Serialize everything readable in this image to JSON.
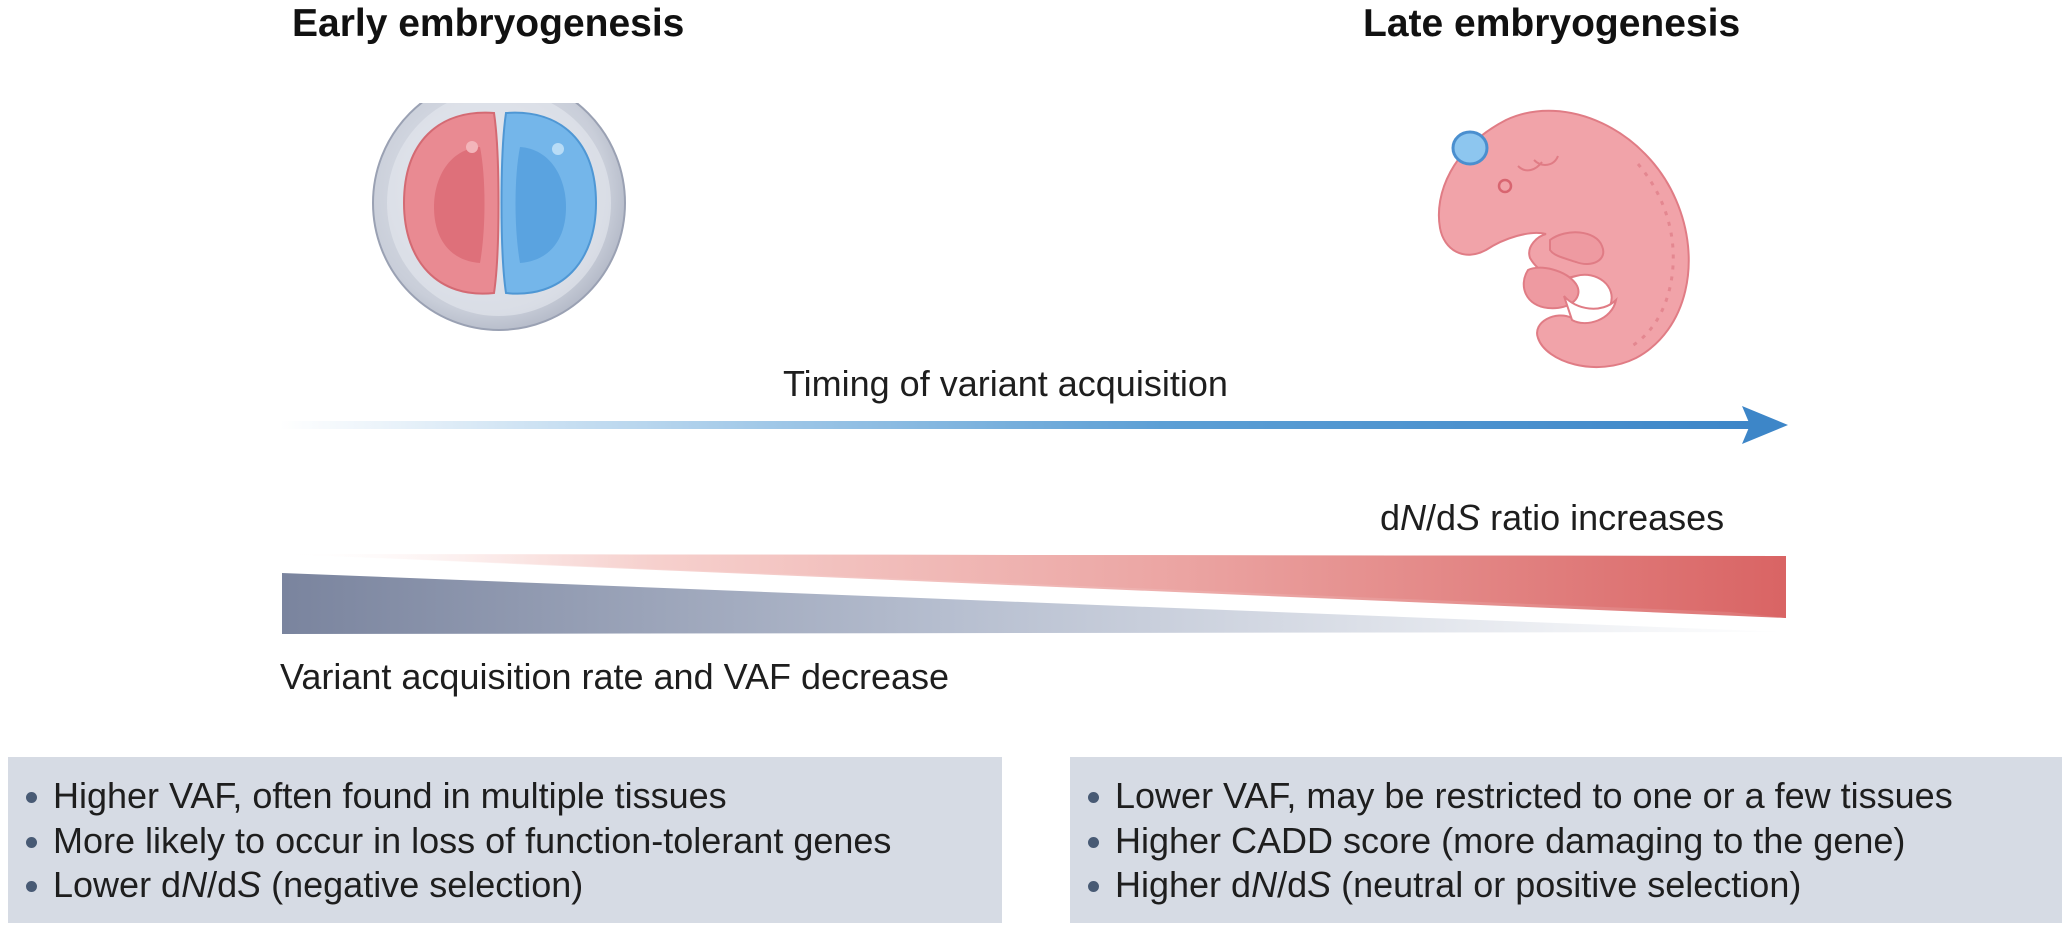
{
  "titles": {
    "early": "Early embryogenesis",
    "late": "Late embryogenesis"
  },
  "arrow": {
    "label": "Timing of variant acquisition",
    "color": "#4a90cc"
  },
  "upper_wedge": {
    "label_prefix": "d",
    "label_italic_1": "N",
    "label_mid": "/d",
    "label_italic_2": "S",
    "label_suffix": " ratio increases",
    "color": "#d96464"
  },
  "lower_wedge": {
    "label": "Variant acquisition rate and VAF decrease",
    "color": "#7a849e"
  },
  "early_box": {
    "items": [
      {
        "text": "Higher VAF, often found in multiple tissues"
      },
      {
        "text": "More likely to occur in loss of function-tolerant genes"
      },
      {
        "pre": "Lower d",
        "i1": "N",
        "mid": "/d",
        "i2": "S",
        "post": " (negative selection)"
      }
    ]
  },
  "late_box": {
    "items": [
      {
        "text": "Lower VAF, may be restricted to one or a few tissues"
      },
      {
        "text": "Higher CADD score (more damaging to the gene)"
      },
      {
        "pre": "Higher d",
        "i1": "N",
        "mid": "/d",
        "i2": "S",
        "post": " (neutral or positive selection)"
      }
    ]
  },
  "icons": {
    "early": "two-cell-embryo-icon",
    "late": "late-embryo-icon"
  }
}
